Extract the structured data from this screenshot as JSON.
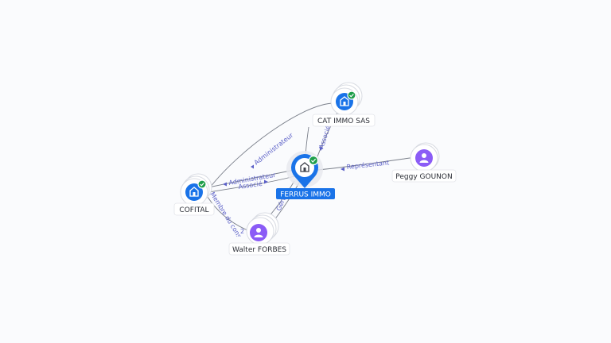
{
  "colors": {
    "company": "#1a73e8",
    "person": "#8b5cf6",
    "verified": "#1e9e4a",
    "edge_label": "#5a5fc7"
  },
  "nodes": {
    "ferrus": {
      "label": "FERRUS IMMO",
      "kind": "company",
      "icon": "building-icon",
      "verified": true
    },
    "cat_immo": {
      "label": "CAT IMMO SAS",
      "kind": "company",
      "icon": "building-icon",
      "verified": true
    },
    "cofital": {
      "label": "COFITAL",
      "kind": "company",
      "icon": "building-icon",
      "verified": true
    },
    "peggy": {
      "label": "Peggy GOUNON",
      "kind": "person",
      "icon": "person-icon"
    },
    "walter": {
      "label": "Walter FORBES",
      "kind": "person",
      "icon": "person-icon"
    }
  },
  "edges": {
    "cofital_cat": "Administrateur",
    "cat_ferrus": "Associé",
    "cofital_ferrus_admin": "Administrateur",
    "cofital_ferrus_assoc": "Associé",
    "peggy_ferrus": "Représentant",
    "walter_cofital": "Membre du conseil d'administration",
    "walter_cofital_count": "2",
    "walter_ferrus": "Gérant"
  }
}
